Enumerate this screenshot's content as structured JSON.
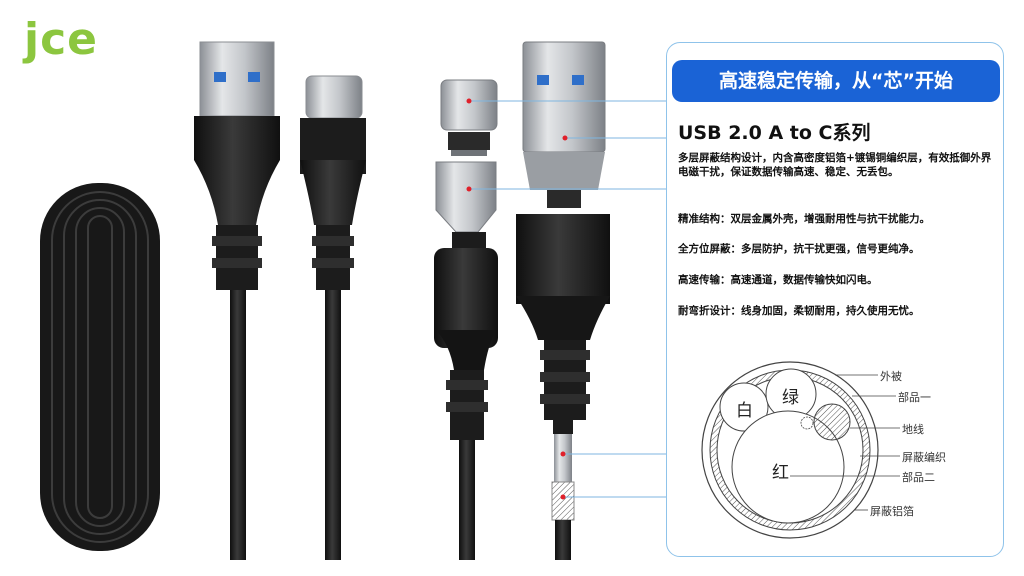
{
  "brand": {
    "logo_text": "jce",
    "logo_color": "#8cc63f"
  },
  "panel": {
    "banner": "高速稳定传输，从“芯”开始",
    "title": "USB 2.0 A to C系列",
    "intro": "多层屏蔽结构设计，内含高密度铝箔+镀锡铜编织层，有效抵御外界电磁干扰，保证数据传输高速、稳定、无丢包。",
    "features": [
      "精准结构：双层金属外壳，增强耐用性与抗干扰能力。",
      "全方位屏蔽：多层防护，抗干扰更强，信号更纯净。",
      "高速传输：高速通道，数据传输快如闪电。",
      "耐弯折设计：线身加固，柔韧耐用，持久使用无忧。"
    ]
  },
  "diagram": {
    "wires": [
      "白",
      "绿",
      "红"
    ],
    "labels": [
      "外被",
      "部品一",
      "地线",
      "屏蔽编织",
      "部品二",
      "屏蔽铝箔"
    ]
  },
  "colors": {
    "accent": "#1a63d6",
    "panel_border": "#8fc3ea",
    "cable": "#1c1c1c",
    "metal": "#b8bcc0"
  }
}
